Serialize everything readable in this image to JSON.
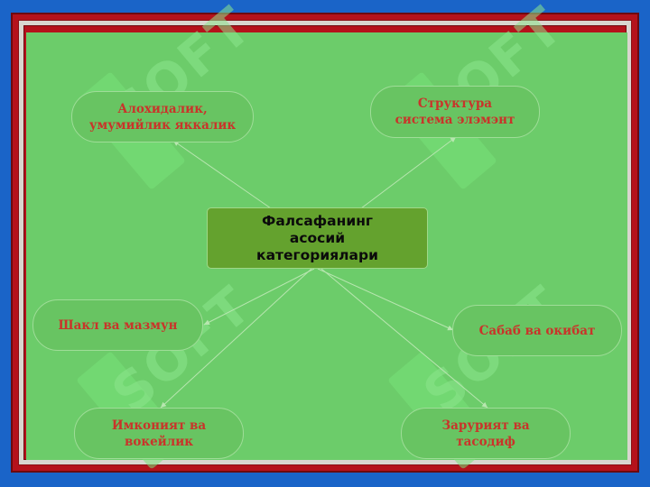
{
  "diagram": {
    "center": "Фалсафанинг асосий категориялари",
    "nodes": [
      {
        "id": "n1",
        "label": "Алохидалик,  умумийлик яккалик"
      },
      {
        "id": "n2",
        "label": "Структура система элэмэнт"
      },
      {
        "id": "n3",
        "label": "Шакл ва мазмун"
      },
      {
        "id": "n4",
        "label": "Сабаб  ва окибат"
      },
      {
        "id": "n5",
        "label": "Имконият ва вокейлик"
      },
      {
        "id": "n6",
        "label": "Зарурият ва тасодиф"
      }
    ],
    "watermark_text": "SOFT"
  },
  "colors": {
    "background_blue": "#1a64c8",
    "frame_red": "#b5121b",
    "canvas_green": "#6ccc6a",
    "center_fill": "#64a22e",
    "node_text": "#c9342a"
  }
}
